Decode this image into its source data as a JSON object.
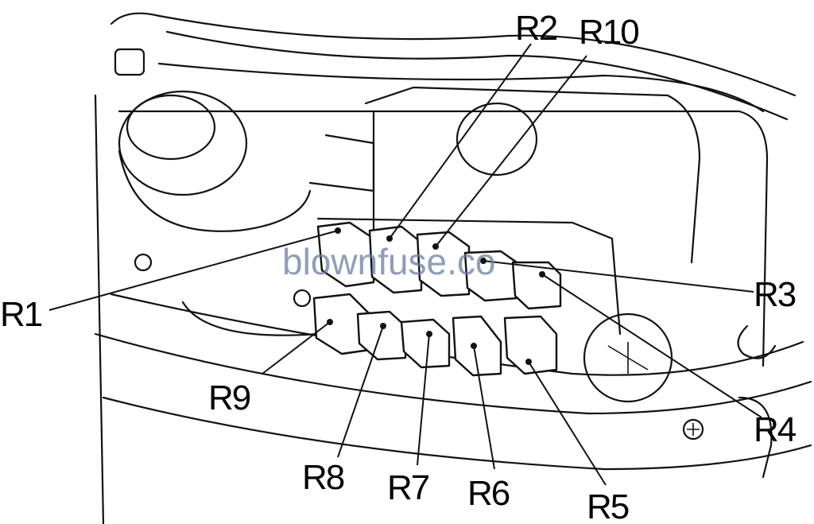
{
  "watermark": "blownfuse.co",
  "labels": {
    "r1": "R1",
    "r2": "R2",
    "r3": "R3",
    "r4": "R4",
    "r5": "R5",
    "r6": "R6",
    "r7": "R7",
    "r8": "R8",
    "r9": "R9",
    "r10": "R10"
  }
}
